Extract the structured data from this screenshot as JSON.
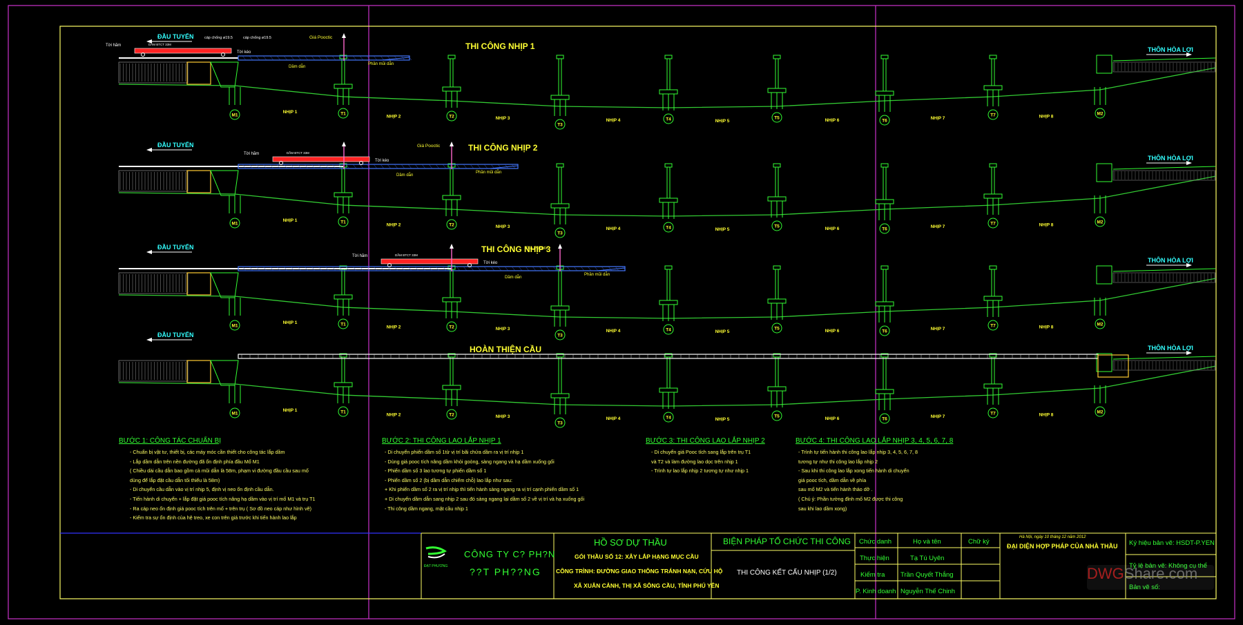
{
  "labels": {
    "dau_tuyen": "ĐẦU TUYẾN",
    "thon_hoa_loi": "THÔN HÒA LỢI",
    "spans": [
      "NHỊP 1",
      "NHỊP 2",
      "NHỊP 3",
      "NHỊP 4",
      "NHỊP 5",
      "NHỊP 6",
      "NHỊP 7",
      "NHỊP 8"
    ],
    "supports": [
      "M1",
      "T1",
      "T2",
      "T3",
      "T4",
      "T5",
      "T6",
      "T7",
      "M2"
    ],
    "gia_pooctic": "Giá Pooctic",
    "dam_dan": "Dầm dẫn",
    "phan_mui_dan": "Phần mũi dẫn",
    "toi_ham": "Tời hãm",
    "toi_keo": "Tời kéo",
    "cap_chong_1": "cáp chống ø19.5",
    "cap_chong_2": "cáp chống ø19.5",
    "dam_btct": "DẦM BTCT 33M"
  },
  "stage_titles": [
    "THI CÔNG NHỊP 1",
    "THI CÔNG NHỊP 2",
    "THI CÔNG NHỊP 3",
    "HOÀN THIỆN CẦU"
  ],
  "steps": [
    {
      "heading": "BƯỚC 1: CÔNG TÁC CHUẨN BỊ",
      "lines": [
        "- Chuẩn bị vật tư, thiết bị, các máy móc cần thiết cho công tác lắp dầm",
        "- Lắp dầm dẫn trên nền đường đã ổn định phía đầu Mố M1",
        "  ( Chiều dài cầu dẫn bao gồm cả mũi dẫn là 58m, phạm vi đường đầu cầu sau mố",
        "  dùng để lắp đặt cầu dẫn tối thiểu là 58m)",
        "- Di chuyển cầu dẫn vào vị trí nhịp 5, định vị neo ổn định cầu dẫn.",
        "- Tiến hành di chuyển + lắp đặt giá pooc tích nâng hạ dầm vào vị trí mố M1 và trụ T1",
        "- Ra cáp neo ổn định giá pooc tích trên mố + trên trụ ( Sơ đồ neo cáp như hình vẽ)",
        "- Kiểm tra sự ổn định của hệ treo, xe con trên giá trước khi tiến hành lao lắp"
      ]
    },
    {
      "heading": "BƯỚC 2: THI CÔNG LAO LẮP NHỊP 1",
      "lines": [
        "- Di chuyển phiến dầm số 1từ vị trí bãi chứa dầm ra vị trí nhịp 1",
        "- Dùng giá pooc tích nâng dầm khỏi goòng, sàng ngang và hạ dầm xuống gối",
        "- Phiến dầm số 3 lao tương tự phiến dầm số 1",
        "- Phiến dầm số 2 (bị dầm dẫn chiếm chỗ) lao lắp như sau:",
        "    + Khi phiến dầm số 2 ra vị trí nhịp thì tiến hành sàng ngang ra vị trí cạnh phiến dầm số 1",
        "    + Di chuyển dầm dẫn sang nhịp 2 sau đó sàng ngang lại dầm số 2 về vị trí và hạ xuống gối",
        "- Thi công dầm ngang, mặt cầu nhịp 1"
      ]
    },
    {
      "heading": "BƯỚC 3: THI CÔNG LAO LẮP NHỊP 2",
      "lines": [
        "- Di chuyển giá Pooc tích sang lắp trên trụ T1",
        "  và T2 và làm đường lao dọc trên nhịp 1",
        "- Trình tự lao lắp nhịp 2 tương tự như nhịp 1"
      ]
    },
    {
      "heading": "BƯỚC 4: THI CÔNG LAO LẮP NHỊP 3, 4, 5, 6, 7, 8",
      "lines": [
        "- Trình tự tiến hành thi công lao lắp nhịp 3, 4, 5, 6, 7, 8",
        "  tương tự như thi công lao lắp nhịp 2",
        "- Sau khi thi công lao lắp xong tiến hành di chuyển",
        "  giá pooc tích, dầm dẫn về phía",
        "  sau mố M2 và tiến hành tháo dỡ .",
        "  ( Chú ý: Phần tường đỉnh mố M2 được thi công",
        "  sau khi lao dầm xong)"
      ]
    }
  ],
  "title_block": {
    "company_line1": "CÔNG TY C? PH?N",
    "company_line2": "??T PH??NG",
    "logo_text": "ĐẠT PHƯƠNG",
    "project_title": "HỒ SƠ DỰ THẦU",
    "package": "GÓI THẦU SỐ 12: XÂY LẮP HẠNG MỤC CẦU",
    "work": "CÔNG TRÌNH: ĐƯỜNG GIAO THÔNG TRÁNH NẠN, CỨU HỘ",
    "location": "XÃ XUÂN CẢNH, THỊ XÃ SÔNG CẦU, TỈNH PHÚ YÊN",
    "measure_title": "BIỆN PHÁP TỔ CHỨC THI CÔNG",
    "drawing_title": "THI CÔNG KẾT CẤU NHỊP (1/2)",
    "col_role": "Chức danh",
    "col_name": "Họ và tên",
    "col_sign": "Chữ ký",
    "staff": [
      {
        "role": "Thực hiện",
        "name": "Tạ Tú Uyên"
      },
      {
        "role": "Kiểm tra",
        "name": "Trần Quyết Thắng"
      },
      {
        "role": "P. Kinh doanh",
        "name": "Nguyễn Thế Chinh"
      }
    ],
    "date_line": "Hà Nội, ngày 10 tháng 12 năm 2012",
    "representative": "ĐẠI DIỆN HỢP PHÁP CỦA NHÀ THẦU",
    "drawing_code": "Ký hiệu bản vẽ: HSDT-P.YEN",
    "scale": "Tỷ lệ bản vẽ: Không cụ thể",
    "sheet_no": "Bản vẽ số:"
  },
  "watermark": {
    "part1": "DWG",
    "part2": "Share.com"
  },
  "colors": {
    "frame": "#ffff66",
    "magenta": "#cc33cc",
    "ground": "#33cc33",
    "pier": "#33ff33",
    "deck": "#4477ff",
    "girder": "#ff2222",
    "text": "#ffff33",
    "label": "#33ff33",
    "cyan": "#33ffff"
  }
}
